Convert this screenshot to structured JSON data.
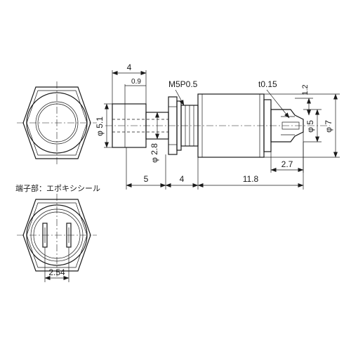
{
  "front_view": {},
  "side_view": {
    "labels": {
      "flange_width": "4",
      "flange_offset": "0.9",
      "thread": "M5P0.5",
      "wall": "t0.15",
      "pin_gap": "1.2",
      "knob_dia": "φ 5.1",
      "shaft_dia": "φ 2.8",
      "hole_dia": "φ 5",
      "body_dia": "φ 7",
      "terminal_len": "2.7",
      "len_knob": "5",
      "len_thread": "4",
      "len_body": "11.8"
    }
  },
  "terminal_view": {
    "note": "端子部：エポキシシール",
    "pitch": "2.54"
  }
}
